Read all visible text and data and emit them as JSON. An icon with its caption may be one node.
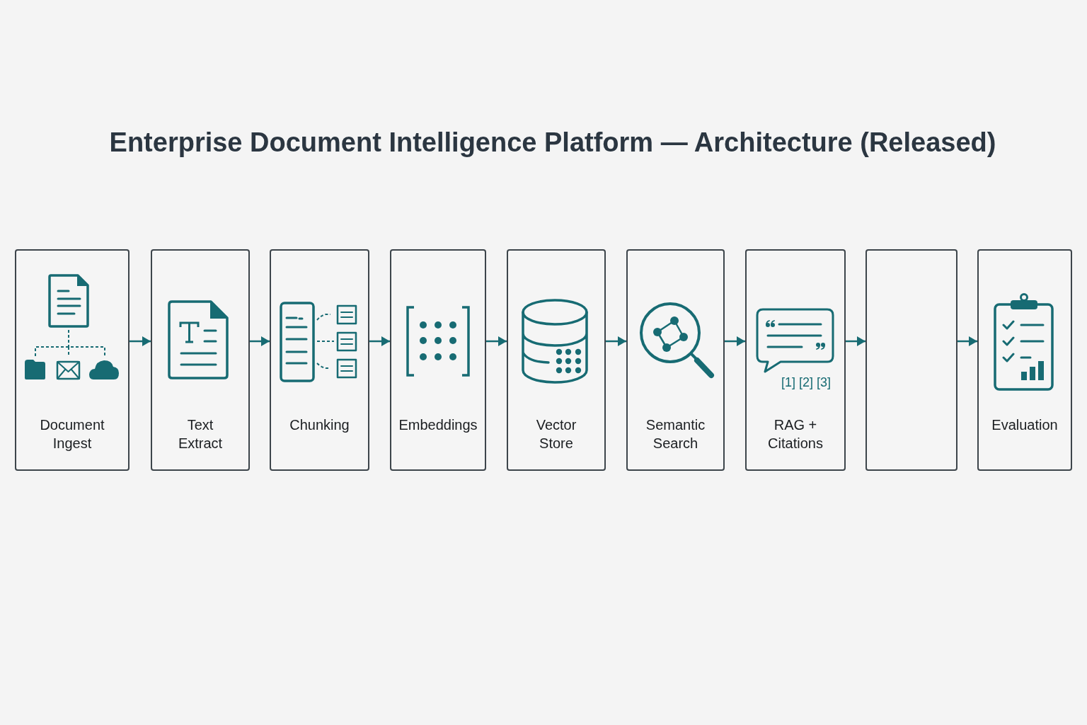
{
  "diagram": {
    "title": "Enterprise Document Intelligence Platform — Architecture (Released)",
    "nodes": [
      {
        "text": [
          "Document Ingest"
        ]
      },
      {
        "text": [
          "Text Extract"
        ]
      },
      {
        "text": [
          "Chunking"
        ]
      },
      {
        "text": [
          "Embeddings"
        ]
      },
      {
        "text": [
          "Vector Store"
        ]
      },
      {
        "text": [
          "Semantic Search"
        ]
      },
      {
        "text": [
          "[1] [2] [3]",
          "RAG + Citations"
        ]
      },
      {
        "text": [],
        "shape": "box"
      },
      {
        "text": [
          "Evaluation"
        ]
      }
    ],
    "edges": [
      {
        "from": 0,
        "to": 1,
        "arrow": "to"
      },
      {
        "from": 1,
        "to": 2,
        "arrow": "to"
      },
      {
        "from": 2,
        "to": 3,
        "arrow": "to"
      },
      {
        "from": 3,
        "to": 4,
        "arrow": "to"
      },
      {
        "from": 4,
        "to": 5,
        "arrow": "to"
      },
      {
        "from": 5,
        "to": 6,
        "arrow": "to"
      },
      {
        "from": 6,
        "to": 7,
        "arrow": "to"
      },
      {
        "from": 7,
        "to": 8,
        "arrow": "to"
      }
    ]
  }
}
